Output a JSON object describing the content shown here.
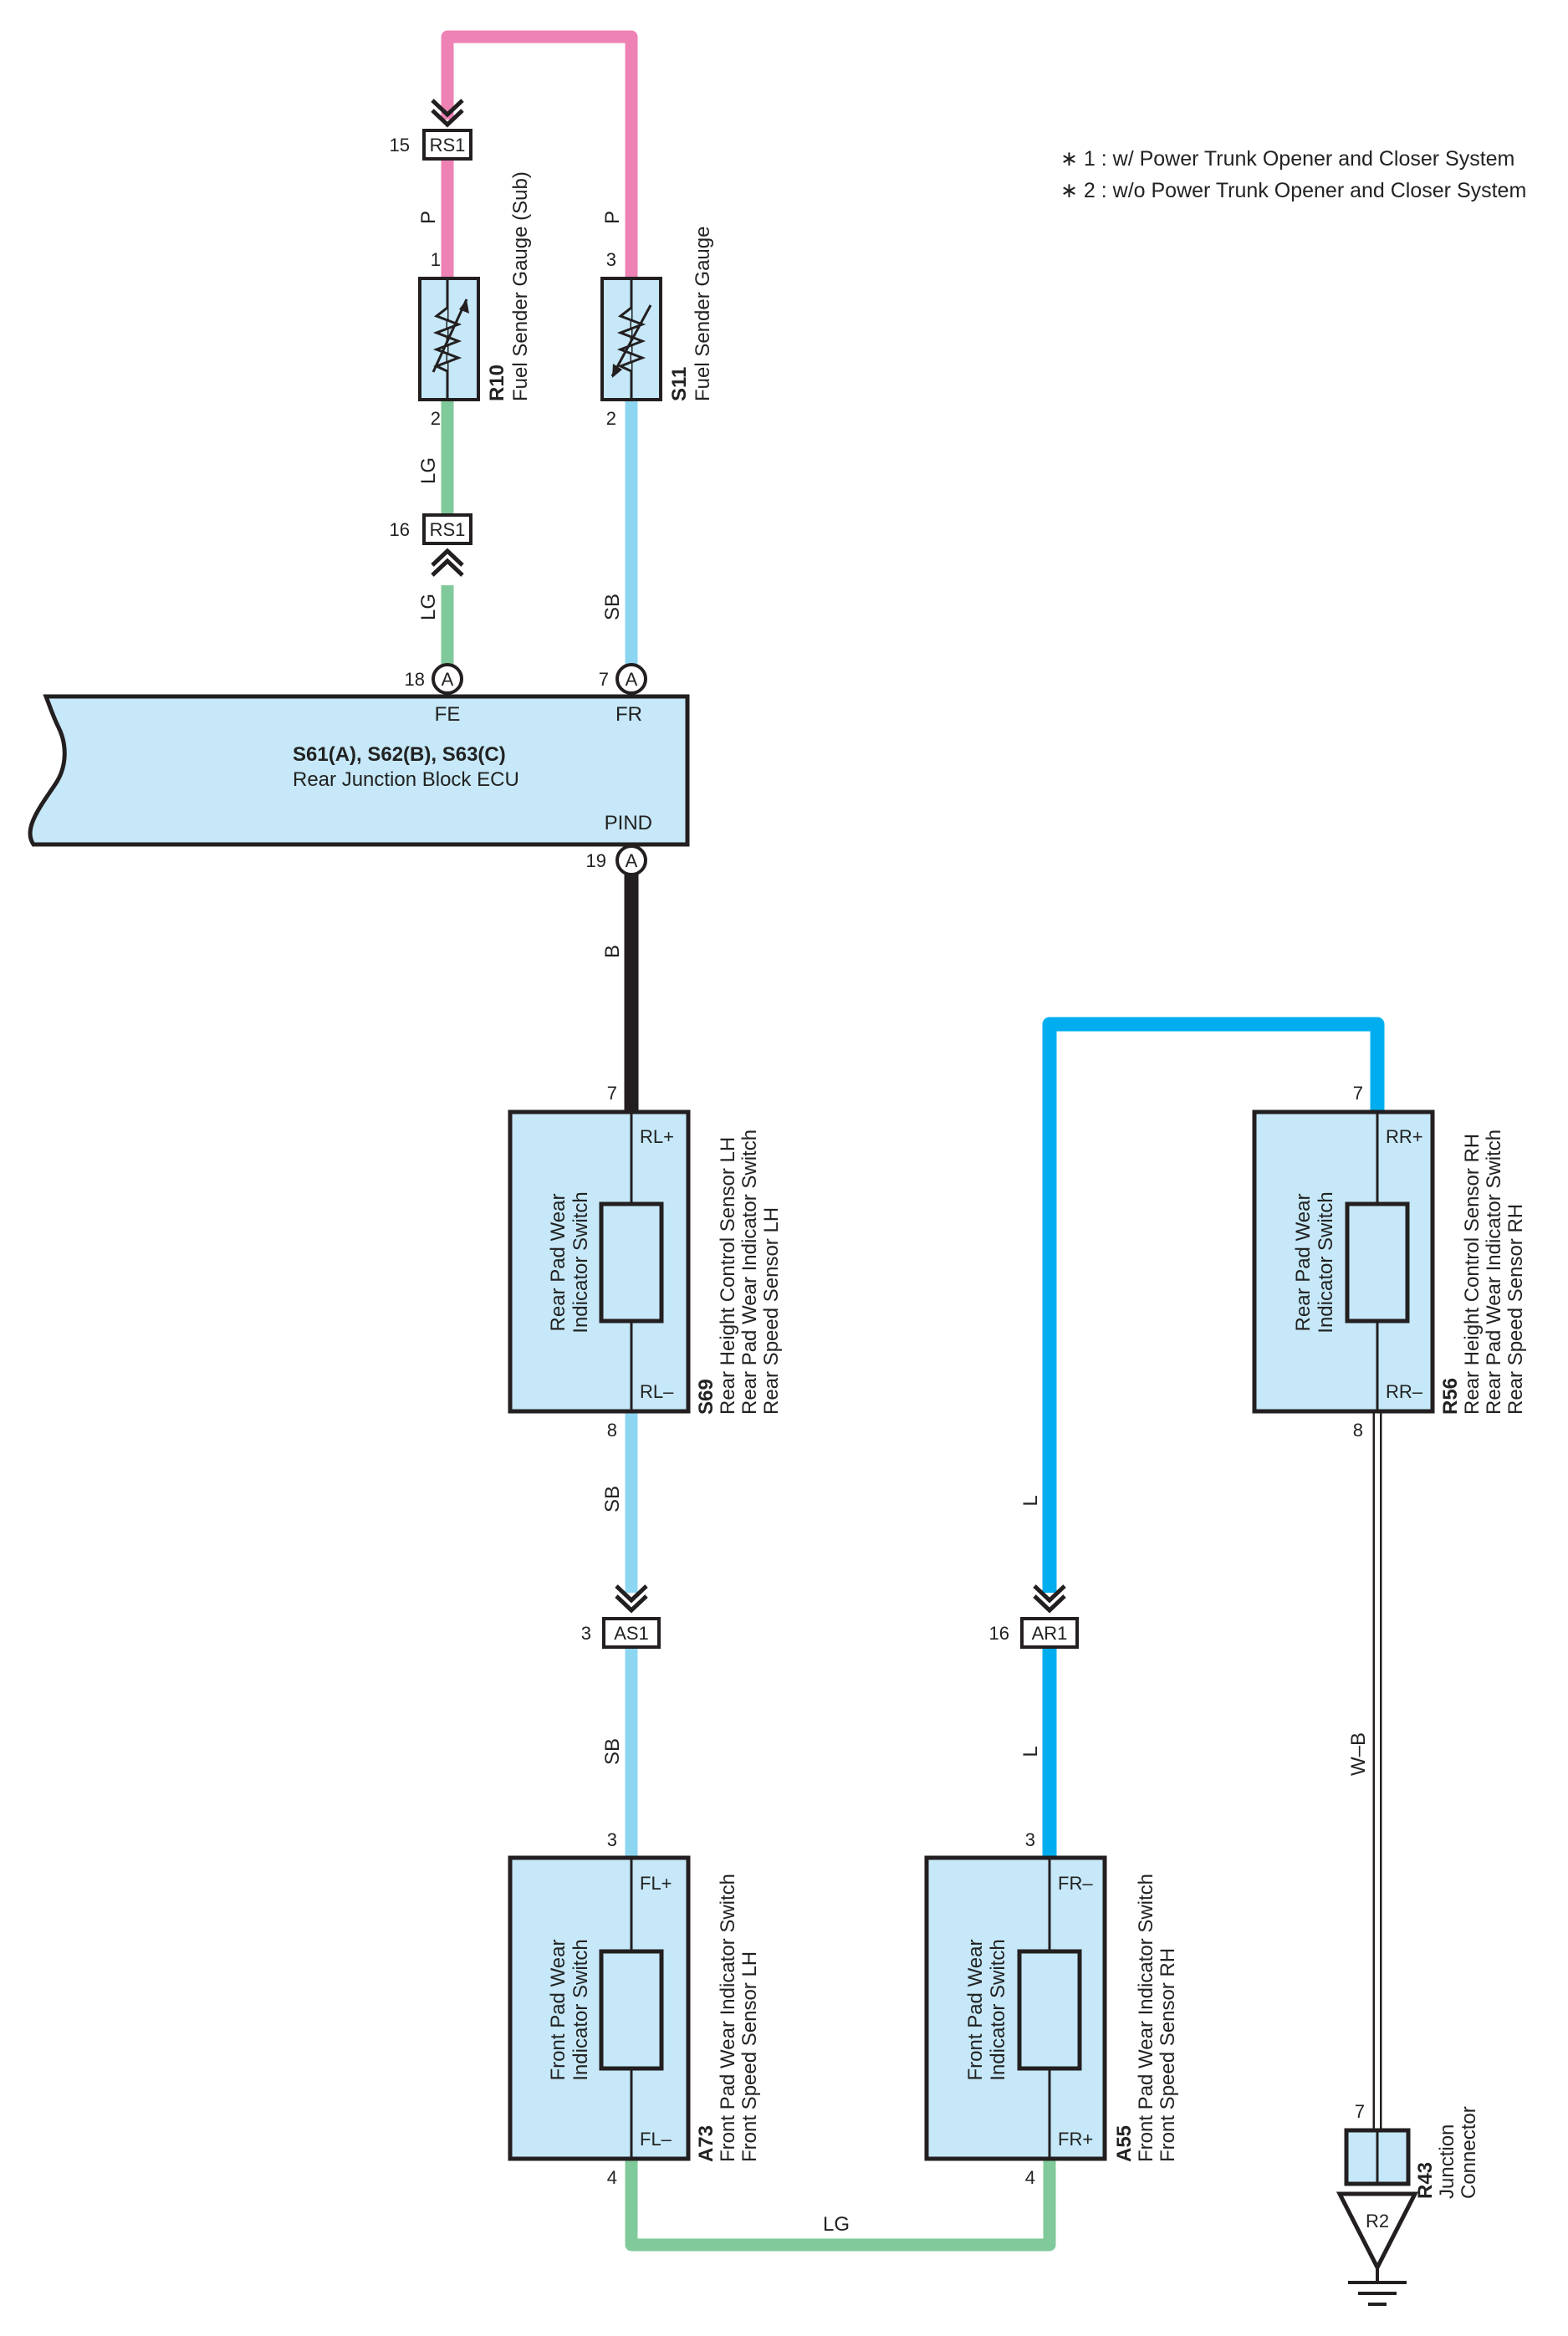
{
  "notes": [
    "∗ 1 : w/ Power Trunk Opener and Closer System",
    "∗ 2 : w/o Power Trunk Opener and Closer System"
  ],
  "colors": {
    "P": "#ee82b4",
    "LG": "#80c99a",
    "SB": "#8dd6f2",
    "B": "#231f20",
    "L": "#00aeef",
    "W-B": "#ffffff",
    "box": "#c6e8f8",
    "outline": "#231f20"
  },
  "wire_colors": {
    "p": "P",
    "lg": "LG",
    "sb": "SB",
    "b": "B",
    "l": "L",
    "wb": "W–B"
  },
  "connectors": {
    "rs1_top": {
      "code": "RS1",
      "pin": "15"
    },
    "rs1_bottom": {
      "code": "RS1",
      "pin": "16"
    },
    "as1": {
      "code": "AS1",
      "pin": "3"
    },
    "ar1": {
      "code": "AR1",
      "pin": "16"
    }
  },
  "components": {
    "r10": {
      "code": "R10",
      "name": "Fuel Sender Gauge (Sub)",
      "pin_top": "1",
      "pin_bottom": "2"
    },
    "s11": {
      "code": "S11",
      "name": "Fuel Sender Gauge",
      "pin_top": "3",
      "pin_bottom": "2"
    },
    "ecu": {
      "title": "S61(A), S62(B), S63(C)",
      "name": "Rear Junction Block ECU",
      "terminals": {
        "fe": {
          "label": "FE",
          "pin": "18",
          "conn": "A"
        },
        "fr": {
          "label": "FR",
          "pin": "7",
          "conn": "A"
        },
        "pind": {
          "label": "PIND",
          "pin": "19",
          "conn": "A"
        }
      }
    },
    "s69": {
      "code": "S69",
      "lines": [
        "Rear Height Control Sensor LH",
        "Rear Pad Wear Indicator Switch",
        "Rear Speed Sensor LH"
      ],
      "inner": [
        "Rear Pad Wear",
        "Indicator Switch"
      ],
      "t_top": "RL+",
      "t_bottom": "RL–",
      "pin_top": "7",
      "pin_bottom": "8"
    },
    "r56": {
      "code": "R56",
      "lines": [
        "Rear Height Control Sensor RH",
        "Rear Pad Wear Indicator Switch",
        "Rear Speed Sensor RH"
      ],
      "inner": [
        "Rear Pad Wear",
        "Indicator Switch"
      ],
      "t_top": "RR+",
      "t_bottom": "RR–",
      "pin_top": "7",
      "pin_bottom": "8"
    },
    "a73": {
      "code": "A73",
      "lines": [
        "Front Pad Wear Indicator Switch",
        "Front Speed Sensor LH"
      ],
      "inner": [
        "Front Pad Wear",
        "Indicator Switch"
      ],
      "t_top": "FL+",
      "t_bottom": "FL–",
      "pin_top": "3",
      "pin_bottom": "4"
    },
    "a55": {
      "code": "A55",
      "lines": [
        "Front Pad Wear Indicator Switch",
        "Front Speed Sensor RH"
      ],
      "inner": [
        "Front Pad Wear",
        "Indicator Switch"
      ],
      "t_top": "FR–",
      "t_bottom": "FR+",
      "pin_top": "3",
      "pin_bottom": "4"
    },
    "r43": {
      "code": "R43",
      "lines": [
        "Junction",
        "Connector"
      ],
      "pin": "7"
    },
    "ground": {
      "label": "R2"
    }
  }
}
